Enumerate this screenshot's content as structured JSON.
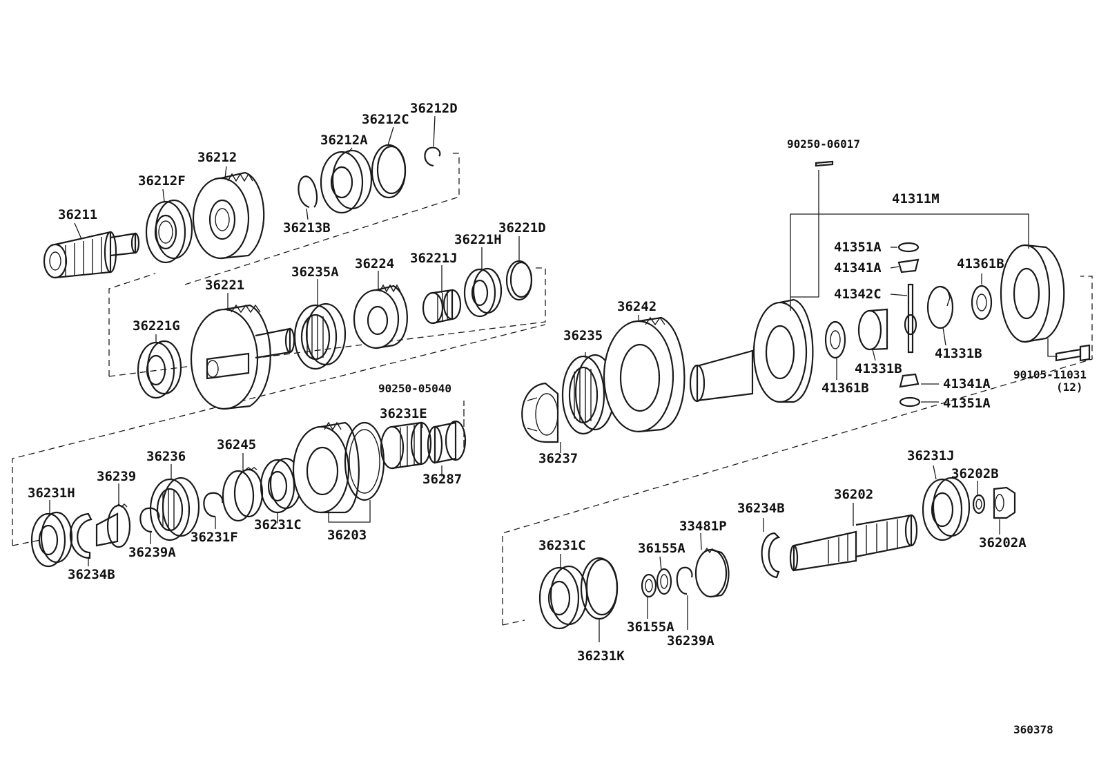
{
  "labels": {
    "p36211": "36211",
    "p36212F": "36212F",
    "p36212": "36212",
    "p36213B": "36213B",
    "p36212A": "36212A",
    "p36212C": "36212C",
    "p36212D": "36212D",
    "p36221G": "36221G",
    "p36221": "36221",
    "p36235A": "36235A",
    "p36224": "36224",
    "p36221J": "36221J",
    "p36221H": "36221H",
    "p36221D": "36221D",
    "p90250_05040": "90250-05040",
    "p36231E": "36231E",
    "p36287": "36287",
    "p36231H": "36231H",
    "p36239": "36239",
    "p36236": "36236",
    "p36245": "36245",
    "p36239A_l": "36239A",
    "p36231F": "36231F",
    "p36231C_l": "36231C",
    "p36203": "36203",
    "p36234B_l": "36234B",
    "p36242": "36242",
    "p36235": "36235",
    "p36237": "36237",
    "p90250_06017": "90250-06017",
    "p41311M": "41311M",
    "p41351A_top": "41351A",
    "p41341A_top": "41341A",
    "p41342C": "41342C",
    "p41361B_r": "41361B",
    "p41331B_r": "41331B",
    "p41331B_l": "41331B",
    "p41361B_l": "41361B",
    "p41341A_bot": "41341A",
    "p41351A_bot": "41351A",
    "p90105_11031": "90105-11031",
    "p90105_qty": "(12)",
    "p36231J": "36231J",
    "p36202B": "36202B",
    "p36202": "36202",
    "p36202A": "36202A",
    "p36234B_r": "36234B",
    "p33481P": "33481P",
    "p36155A_top": "36155A",
    "p36231C_r": "36231C",
    "p36155A_bot": "36155A",
    "p36239A_r": "36239A",
    "p36231K": "36231K",
    "diagram_id": "360378"
  }
}
